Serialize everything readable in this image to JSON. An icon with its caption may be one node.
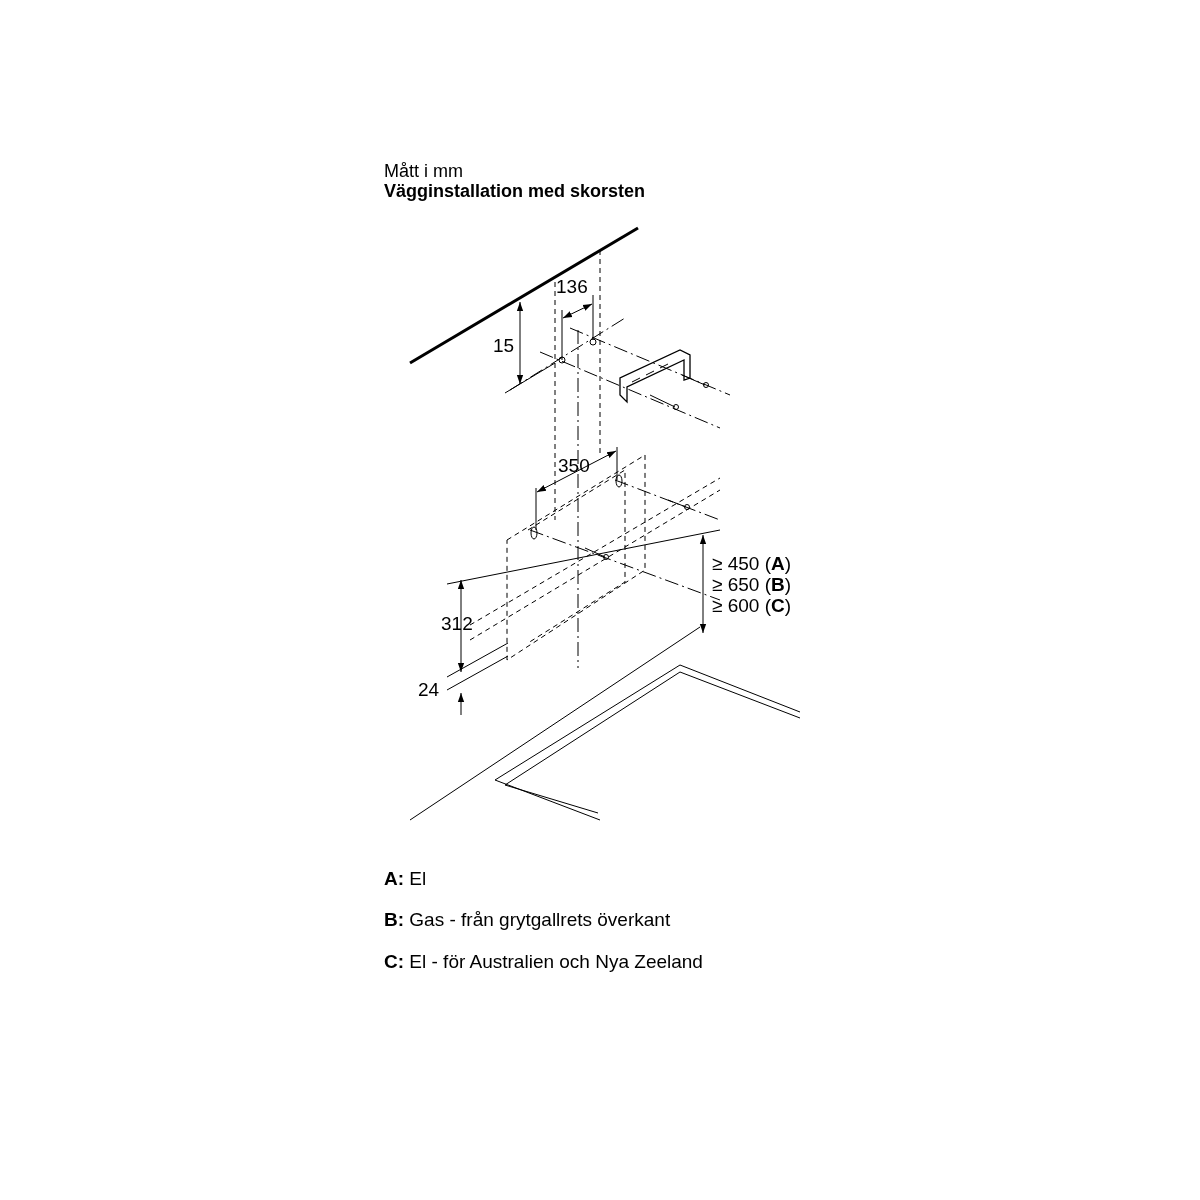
{
  "diagram": {
    "title": "Vägginstallation med skorsten",
    "labels": [
      "Mått i mm",
      "136",
      "15",
      "350",
      "≥ 450 (**A**)",
      "≥ 650 (**B**)",
      "≥ 600 (**C**)",
      "312",
      "24",
      "**A:** El",
      "**B:** Gas - från grytgallrets överkant",
      "**C:** El - för Australien och Nya Zeeland"
    ]
  }
}
